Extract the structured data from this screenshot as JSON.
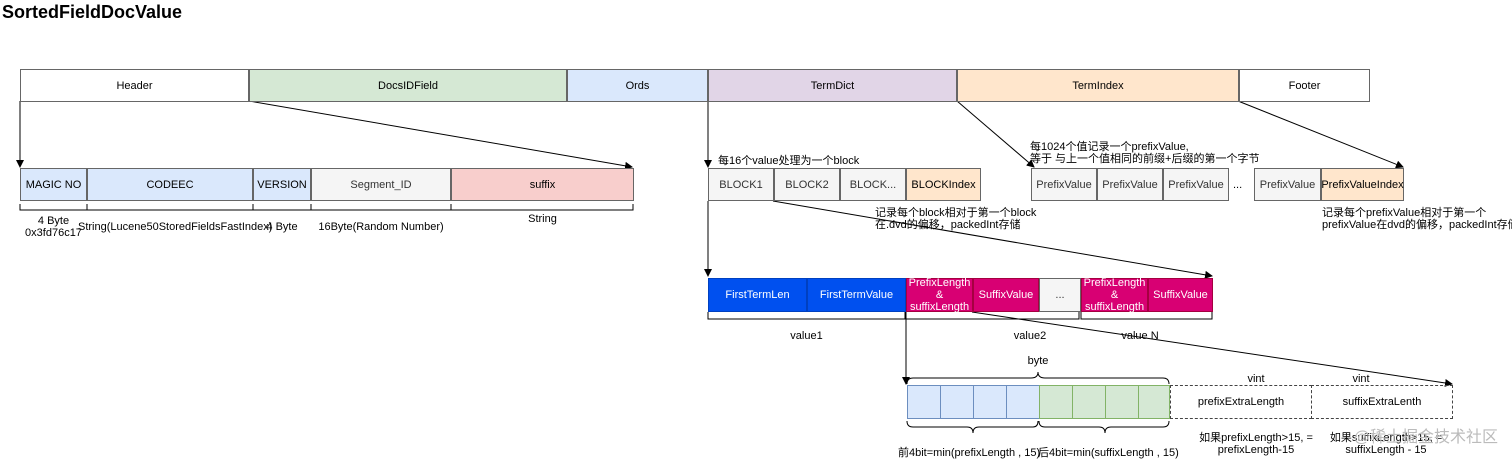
{
  "title": "SortedFieldDocValue",
  "top_row": [
    "Header",
    "DocsIDField",
    "Ords",
    "TermDict",
    "TermIndex",
    "Footer"
  ],
  "header_row": [
    "MAGIC NO",
    "CODEEC",
    "VERSION",
    "Segment_ID",
    "suffix"
  ],
  "header_sizes": {
    "magic_line1": "4 Byte",
    "magic_line2": "0x3fd76c17",
    "codec": "String(Lucene50StoredFieldsFastIndex)",
    "version": "4 Byte",
    "segment": "16Byte(Random Number)",
    "suffix": "String"
  },
  "blocks_note": "每16个value处理为一个block",
  "blocks": [
    "BLOCK1",
    "BLOCK2",
    "BLOCK...",
    "BLOCKIndex"
  ],
  "blockindex_note_line1": "记录每个block相对于第一个block",
  "blockindex_note_line2": "在.dvd的偏移，packedInt存储",
  "termindex_note_line1": "每1024个值记录一个prefixValue,",
  "termindex_note_line2": "等于 与上一个值相同的前缀+后缀的第一个字节",
  "prefix_values": [
    "PrefixValue",
    "PrefixValue",
    "PrefixValue",
    "...",
    "PrefixValue",
    "PrefixValueIndex"
  ],
  "prefixindex_note_line1": "记录每个prefixValue相对于第一个",
  "prefixindex_note_line2": "prefixValue在dvd的偏移，packedInt存储",
  "block_detail": {
    "first_len": "FirstTermLen",
    "first_value": "FirstTermValue",
    "prefix_suffix_line1": "PrefixLength",
    "prefix_suffix_line2": "& suffixLength",
    "suffix_value": "SuffixValue",
    "ellipsis": "...",
    "prefix_suffix2_line1": "PrefixLength",
    "prefix_suffix2_line2": "& suffixLength",
    "suffix_value2": "SuffixValue"
  },
  "value_labels": [
    "value1",
    "value2",
    "value N"
  ],
  "byte_label": "byte",
  "vint_labels": [
    "vint",
    "vint"
  ],
  "extra_fields": [
    "prefixExtraLength",
    "suffixExtraLenth"
  ],
  "bit_labels": [
    "前4bit=min(prefixLength , 15)",
    "后4bit=min(suffixLength , 15)"
  ],
  "extra_notes": {
    "prefix_line1": "如果prefixLength>15, =",
    "prefix_line2": "prefixLength-15",
    "suffix_line1": "如果suffixLength>15, =",
    "suffix_line2": "suffixLength - 15"
  },
  "watermark": "@稀土掘金技术社区",
  "colors": {
    "green": "#d5e8d4",
    "blue": "#dae8fc",
    "purple": "#e1d5e7",
    "orange": "#ffe6cc",
    "red": "#f8cecc",
    "gray": "#f5f5f5",
    "strong_blue": "#0050ef",
    "magenta": "#d80073"
  }
}
